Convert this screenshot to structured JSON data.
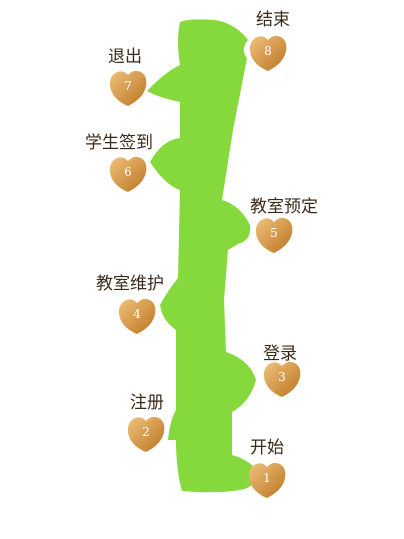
{
  "colors": {
    "stem": "#86d93c",
    "badge_light": "#f1c27d",
    "badge_dark": "#b9731f",
    "label_text": "#3b2a1a"
  },
  "steps": [
    {
      "num": "1",
      "label": "开始"
    },
    {
      "num": "2",
      "label": "注册"
    },
    {
      "num": "3",
      "label": "登录"
    },
    {
      "num": "4",
      "label": "教室维护"
    },
    {
      "num": "5",
      "label": "教室预定"
    },
    {
      "num": "6",
      "label": "学生签到"
    },
    {
      "num": "7",
      "label": "退出"
    },
    {
      "num": "8",
      "label": "结束"
    }
  ]
}
